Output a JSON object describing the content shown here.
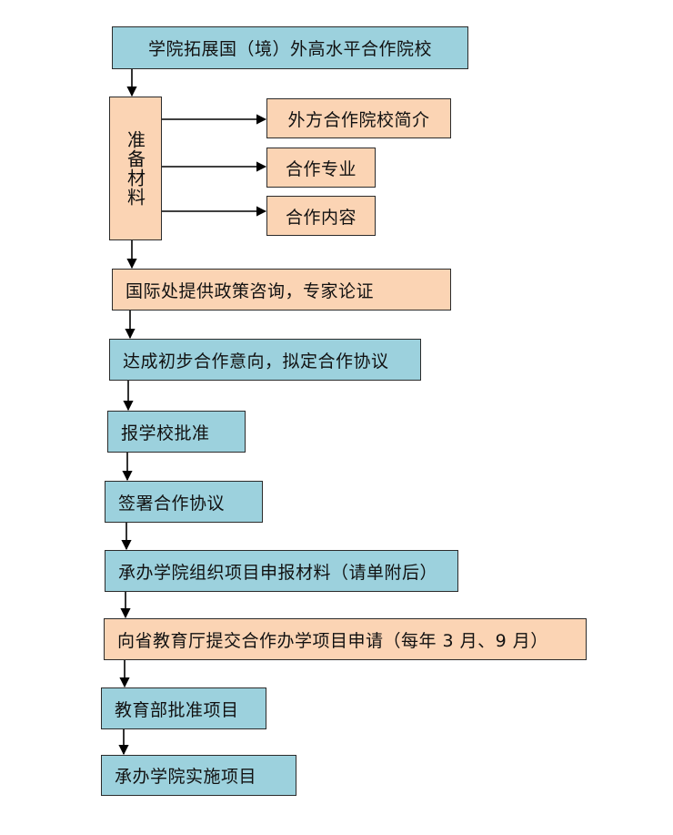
{
  "steps": {
    "s1": "学院拓展国（境）外高水平合作院校",
    "s2": "准备材料",
    "s3": "国际处提供政策咨询，专家论证",
    "s4": "达成初步合作意向，拟定合作协议",
    "s5": "报学校批准",
    "s6": "签署合作协议",
    "s7": "承办学院组织项目申报材料（请单附后）",
    "s8": "向省教育厅提交合作办学项目申请（每年 3 月、9 月）",
    "s9": "教育部批准项目",
    "s10": "承办学院实施项目"
  },
  "materials": [
    "外方合作院校简介",
    "合作专业",
    "合作内容"
  ],
  "colors": {
    "blue": "#9cd1dd",
    "peach": "#fbd4b4",
    "line": "#000000"
  }
}
